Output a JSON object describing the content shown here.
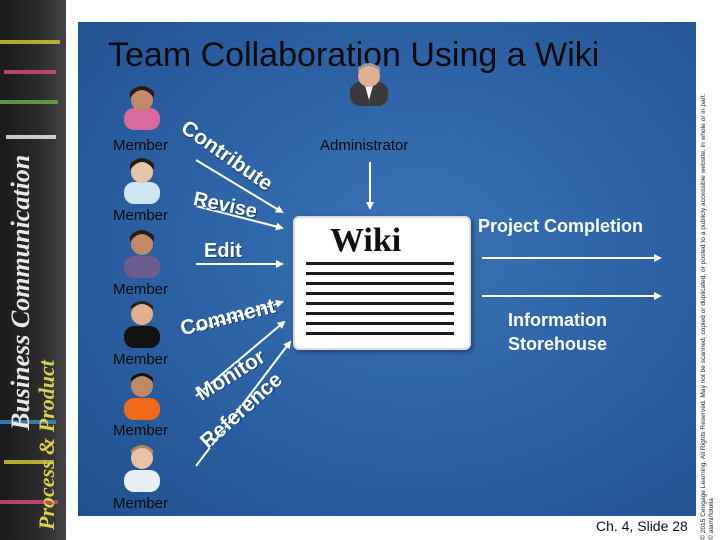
{
  "slide": {
    "title": "Team Collaboration Using a Wiki",
    "slide_number": "Ch. 4, Slide 28",
    "copyright": "© 2015 Cengage Learning. All Rights Reserved. May not be scanned, copied or duplicated, or posted to a publicly accessible website, in whole or in part.",
    "photo_credit": "© alami/fotolia"
  },
  "sidebar": {
    "text_primary": "Business Communication",
    "text_secondary": "Process & Product"
  },
  "diagram": {
    "members": [
      {
        "label": "Member",
        "verb": "Contribute",
        "shirt": "#d86aa0"
      },
      {
        "label": "Member",
        "verb": "Revise",
        "shirt": "#cfe6f5"
      },
      {
        "label": "Member",
        "verb": "Edit",
        "shirt": "#6a5e8e"
      },
      {
        "label": "Member",
        "verb": "Comment",
        "shirt": "#111111"
      },
      {
        "label": "Member",
        "verb": "Monitor",
        "shirt": "#f06a1a"
      },
      {
        "label": "Member",
        "verb": "Reference",
        "shirt": "#e8eef4"
      }
    ],
    "administrator": "Administrator",
    "wiki": "Wiki",
    "outputs": [
      "Project Completion",
      "Information Storehouse"
    ]
  },
  "colors": {
    "panel": "#2b60a3",
    "arrow": "#ffffff",
    "text": "#0b0b0b"
  }
}
